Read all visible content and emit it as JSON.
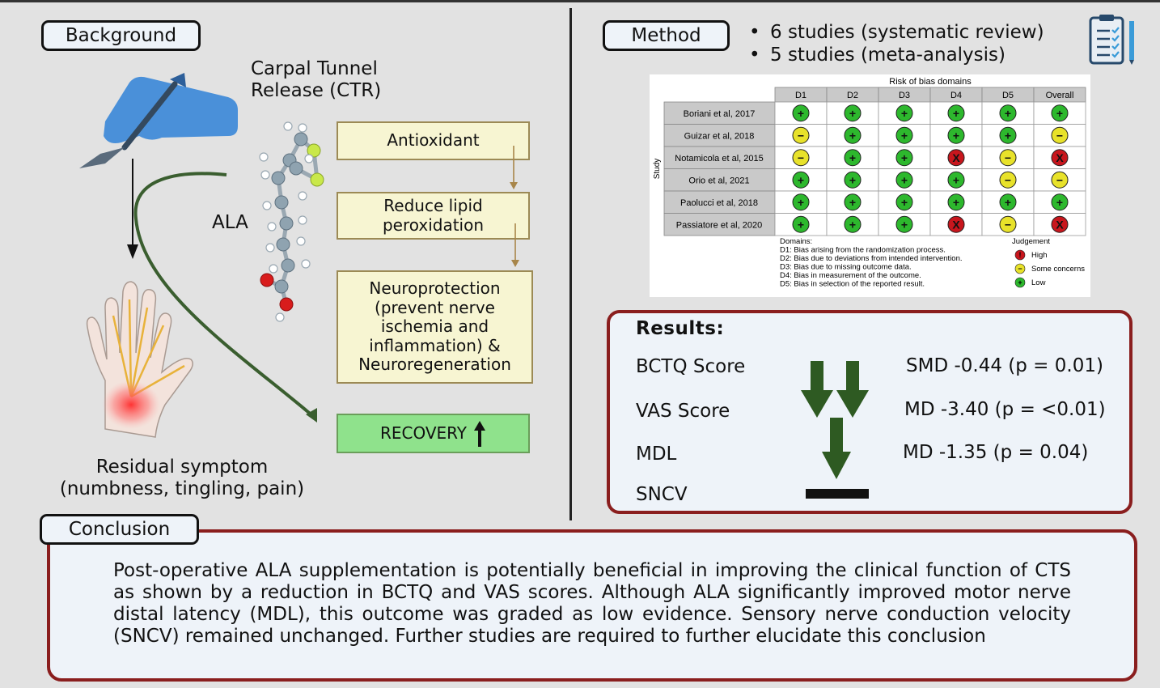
{
  "background": {
    "label": "Background",
    "ctr_line1": "Carpal Tunnel",
    "ctr_line2": "Release (CTR)",
    "ala_label": "ALA",
    "residual_line1": "Residual symptom",
    "residual_line2": "(numbness, tingling, pain)",
    "flow": {
      "antioxidant": "Antioxidant",
      "lipid_line1": "Reduce lipid",
      "lipid_line2": "peroxidation",
      "neuro_lines": [
        "Neuroprotection",
        "(prevent nerve",
        "ischemia and",
        "inflammation) &",
        "Neuroregeneration"
      ],
      "recovery": "RECOVERY"
    }
  },
  "method": {
    "label": "Method",
    "bullets": [
      "6 studies (systematic review)",
      "5 studies (meta-analysis)"
    ],
    "icon": "clipboard-icon"
  },
  "risk_of_bias": {
    "title": "Risk of bias domains",
    "axis_label": "Study",
    "columns": [
      "D1",
      "D2",
      "D3",
      "D4",
      "D5",
      "Overall"
    ],
    "studies": [
      {
        "name": "Boriani et al, 2017",
        "judgements": [
          "low",
          "low",
          "low",
          "low",
          "low",
          "low"
        ]
      },
      {
        "name": "Guizar et al, 2018",
        "judgements": [
          "some",
          "low",
          "low",
          "low",
          "low",
          "some"
        ]
      },
      {
        "name": "Notamicola et al, 2015",
        "judgements": [
          "some",
          "low",
          "low",
          "high",
          "some",
          "high"
        ]
      },
      {
        "name": "Orio et al, 2021",
        "judgements": [
          "low",
          "low",
          "low",
          "low",
          "some",
          "some"
        ]
      },
      {
        "name": "Paolucci et al, 2018",
        "judgements": [
          "low",
          "low",
          "low",
          "low",
          "low",
          "low"
        ]
      },
      {
        "name": "Passiatore et al, 2020",
        "judgements": [
          "low",
          "low",
          "low",
          "high",
          "some",
          "high"
        ]
      }
    ],
    "domains_title": "Domains:",
    "domains": [
      "D1: Bias arising from the randomization process.",
      "D2: Bias due to deviations from intended intervention.",
      "D3: Bias due to missing outcome data.",
      "D4: Bias in measurement of the outcome.",
      "D5: Bias in selection of the reported result."
    ],
    "judgement_title": "Judgement",
    "legend": [
      {
        "level": "high",
        "label": "High"
      },
      {
        "level": "some",
        "label": "Some concerns"
      },
      {
        "level": "low",
        "label": "Low"
      }
    ],
    "colors": {
      "low": "#2db82d",
      "some": "#e8e22a",
      "high": "#c8161d"
    }
  },
  "results": {
    "title": "Results:",
    "rows": [
      {
        "label": "BCTQ Score",
        "value": "SMD -0.44 (p = 0.01)"
      },
      {
        "label": "VAS Score",
        "value": "MD -3.40 (p = <0.01)"
      },
      {
        "label": "MDL",
        "value": "MD -1.35 (p = 0.04)"
      },
      {
        "label": "SNCV",
        "value": ""
      }
    ]
  },
  "conclusion": {
    "label": "Conclusion",
    "text": "Post-operative ALA supplementation is potentially beneficial in improving the clinical function of CTS as shown by a reduction in BCTQ and VAS scores. Although ALA significantly improved motor nerve distal latency (MDL), this outcome was graded as low evidence. Sensory nerve conduction velocity (SNCV) remained unchanged. Further studies are required to further elucidate this conclusion"
  },
  "colors": {
    "accent_red": "#8a1e1e",
    "arrow_green": "#2e5a22",
    "curve_green": "#3a5e2f"
  }
}
